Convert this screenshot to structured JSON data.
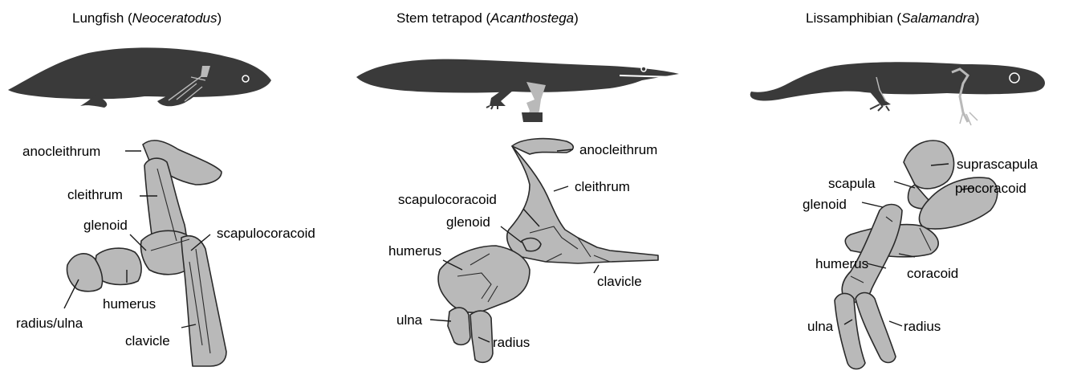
{
  "panels": [
    {
      "title_prefix": "Lungfish (",
      "title_italic": "Neoceratodus",
      "title_suffix": ")",
      "labels": {
        "anocleithrum": "anocleithrum",
        "cleithrum": "cleithrum",
        "glenoid": "glenoid",
        "scapulocoracoid": "scapulocoracoid",
        "humerus": "humerus",
        "radius_ulna": "radius/ulna",
        "clavicle": "clavicle"
      }
    },
    {
      "title_prefix": "Stem tetrapod (",
      "title_italic": "Acanthostega",
      "title_suffix": ")",
      "labels": {
        "anocleithrum": "anocleithrum",
        "cleithrum": "cleithrum",
        "scapulocoracoid": "scapulocoracoid",
        "glenoid": "glenoid",
        "humerus": "humerus",
        "clavicle": "clavicle",
        "ulna": "ulna",
        "radius": "radius"
      }
    },
    {
      "title_prefix": "Lissamphibian (",
      "title_italic": "Salamandra",
      "title_suffix": ")",
      "labels": {
        "suprascapula": "suprascapula",
        "procoracoid": "procoracoid",
        "scapula": "scapula",
        "glenoid": "glenoid",
        "humerus": "humerus",
        "coracoid": "coracoid",
        "ulna": "ulna",
        "radius": "radius"
      }
    }
  ],
  "colors": {
    "silhouette": "#3a3a3a",
    "bone": "#b9b9b9",
    "outline": "#2a2a2a"
  }
}
